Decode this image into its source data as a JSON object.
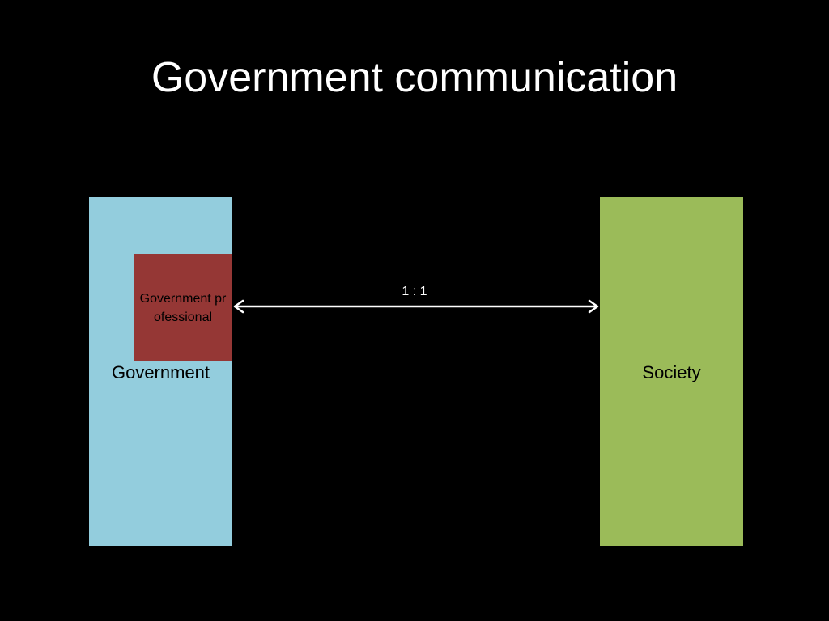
{
  "slide": {
    "title": "Government communication"
  },
  "diagram": {
    "government_block": {
      "label": "Government",
      "color": "#93cddd"
    },
    "professional_block": {
      "label": "Government professional",
      "color": "#953735"
    },
    "society_block": {
      "label": "Society",
      "color": "#9bbb59"
    },
    "connector": {
      "label": "1 : 1",
      "style": "double-headed-arrow",
      "color": "#ffffff"
    }
  }
}
